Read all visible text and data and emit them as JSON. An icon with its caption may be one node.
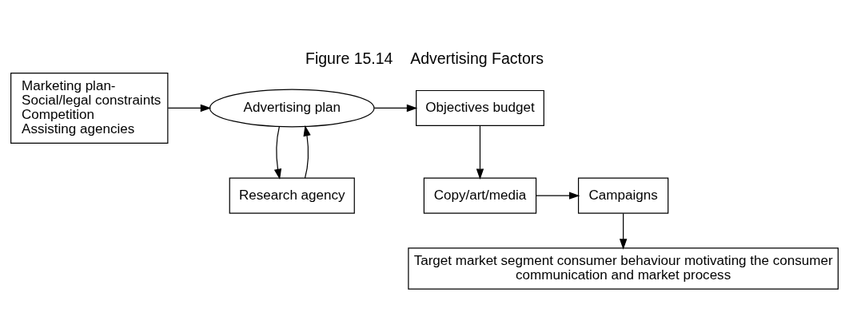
{
  "diagram": {
    "title": "Figure 15.14    Advertising Factors",
    "nodes": [
      {
        "text": [
          "Marketing plan-",
          "Social/legal constraints",
          "Competition",
          "Assisting agencies"
        ]
      },
      {
        "text": [
          "Advertising plan"
        ]
      },
      {
        "text": [
          "Objectives budget"
        ]
      },
      {
        "text": [
          "Research agency"
        ]
      },
      {
        "text": [
          "Campaigns"
        ]
      },
      {
        "text": [
          "Copy/art/media"
        ]
      },
      {
        "text": [
          "Target market segment consumer behaviour motivating the consumer communication and market process"
        ]
      }
    ],
    "edges": [
      {
        "from": 0,
        "to": 1,
        "arrow": "to"
      },
      {
        "from": 1,
        "to": 2,
        "arrow": "to"
      },
      {
        "from": 1,
        "to": 3,
        "arrow": "to"
      },
      {
        "from": 3,
        "to": 1,
        "arrow": "to"
      },
      {
        "from": 2,
        "to": 5,
        "arrow": "to"
      },
      {
        "from": 5,
        "to": 4,
        "arrow": "to"
      },
      {
        "from": 4,
        "to": 6,
        "arrow": "to"
      }
    ]
  }
}
